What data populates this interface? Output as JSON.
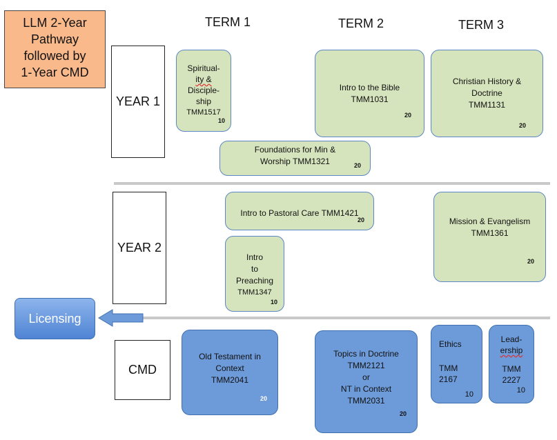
{
  "title_lines": [
    "LLM 2-Year",
    "Pathway",
    "followed by",
    "1-Year  CMD"
  ],
  "terms": [
    "TERM 1",
    "TERM 2",
    "TERM 3"
  ],
  "years": [
    "YEAR 1",
    "YEAR 2",
    "CMD"
  ],
  "licensing": "Licensing",
  "modules": {
    "spirituality": {
      "lines": [
        "Spiritual-",
        "ity &",
        "Disciple-",
        "ship",
        "TMM1517"
      ],
      "credits": "10"
    },
    "bible": {
      "lines": [
        "Intro to the Bible",
        "TMM1031"
      ],
      "credits": "20"
    },
    "history": {
      "lines": [
        "Christian History &",
        "Doctrine",
        "TMM1131"
      ],
      "credits": "20"
    },
    "foundations": {
      "lines": [
        "Foundations for Min &",
        "Worship TMM1321"
      ],
      "credits": "20"
    },
    "pastoral": {
      "lines": [
        "Intro to Pastoral Care TMM1421"
      ],
      "credits": "20"
    },
    "mission": {
      "lines": [
        "Mission & Evangelism",
        "TMM1361"
      ],
      "credits": "20"
    },
    "preaching": {
      "lines": [
        "Intro",
        "to",
        "Preaching",
        "TMM1347"
      ],
      "credits": "10"
    },
    "ot": {
      "lines": [
        "Old Testament in",
        "Context",
        "TMM2041"
      ],
      "credits": "20"
    },
    "doctrine": {
      "lines": [
        "Topics in Doctrine",
        "TMM2121",
        "or",
        "NT in Context",
        "TMM2031"
      ],
      "credits": "20"
    },
    "ethics": {
      "lines": [
        "Ethics",
        "TMM",
        "2167"
      ],
      "credits": "10"
    },
    "leadership": {
      "lines": [
        "Lead-",
        "ership",
        "TMM",
        "2227"
      ],
      "credits": "10"
    }
  }
}
